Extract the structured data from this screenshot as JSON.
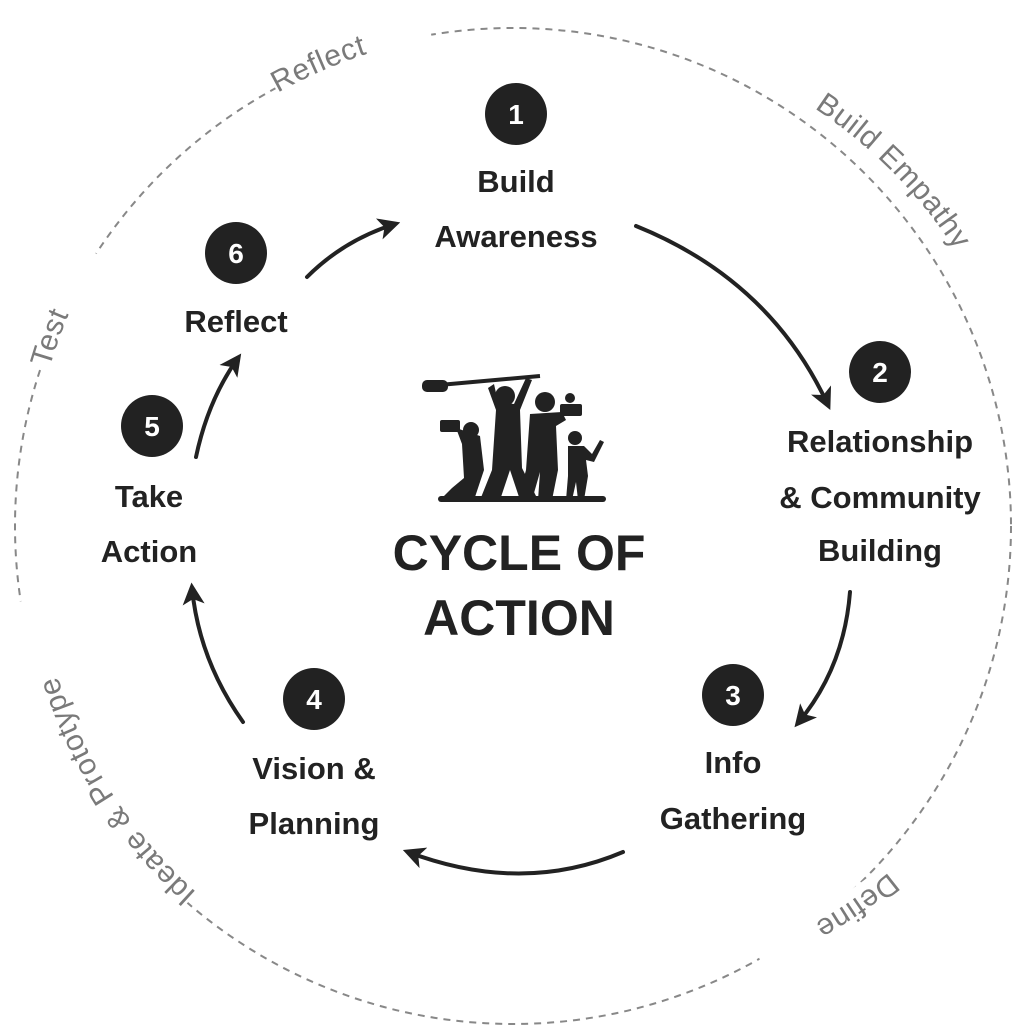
{
  "colors": {
    "ink": "#222222",
    "badge": "#222222",
    "badge_text": "#ffffff",
    "ring": "#888888",
    "ring_label": "#7a7a7a"
  },
  "center": {
    "logo_icon": "film-crew-silhouette-icon",
    "title_lines": [
      "CYCLE OF",
      "ACTION"
    ]
  },
  "steps": [
    {
      "number": "1",
      "lines": [
        "Build",
        "Awareness"
      ]
    },
    {
      "number": "2",
      "lines": [
        "Relationship",
        "& Community",
        "Building"
      ]
    },
    {
      "number": "3",
      "lines": [
        "Info",
        "Gathering"
      ]
    },
    {
      "number": "4",
      "lines": [
        "Vision &",
        "Planning"
      ]
    },
    {
      "number": "5",
      "lines": [
        "Take",
        "Action"
      ]
    },
    {
      "number": "6",
      "lines": [
        "Reflect"
      ]
    }
  ],
  "outer_ring": [
    "Reflect",
    "Build Empathy",
    "Define",
    "Ideate & Prototype",
    "Test"
  ]
}
